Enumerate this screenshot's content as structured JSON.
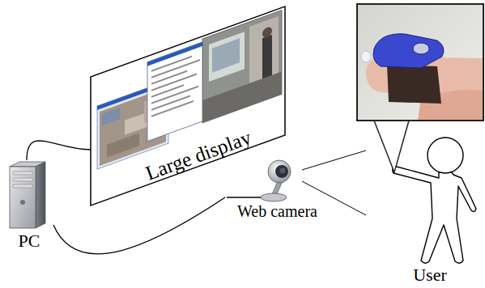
{
  "diagram": {
    "nodes": [
      {
        "text": [
          "PC"
        ]
      },
      {
        "text": [
          "Large display"
        ]
      },
      {
        "text": [
          "Web camera"
        ]
      },
      {
        "text": [
          "User"
        ]
      }
    ],
    "edges": [
      {
        "from": 0,
        "to": 1,
        "arrow": "none"
      },
      {
        "from": 0,
        "to": 2,
        "arrow": "none"
      }
    ]
  }
}
